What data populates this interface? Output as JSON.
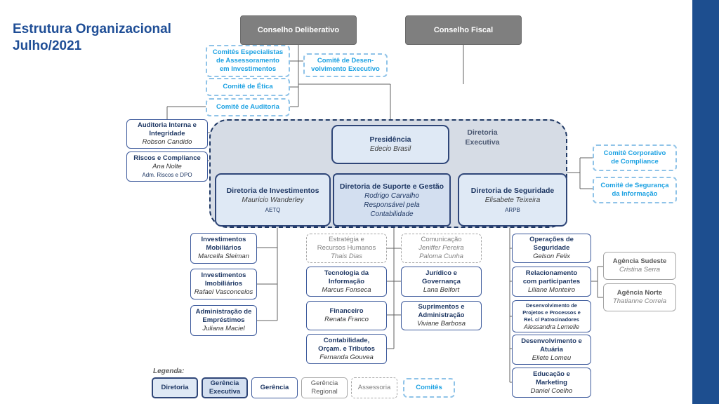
{
  "title": {
    "line1": "Estrutura Organizacional",
    "line2": "Julho/2021"
  },
  "councils": {
    "deliberativo": "Conselho Deliberativo",
    "fiscal": "Conselho Fiscal"
  },
  "committees": {
    "especialistas": [
      "Comitês Especialistas",
      "de Assessoramento",
      "em Investimentos"
    ],
    "desenvolvimento": [
      "Comitê de Desen-",
      "volvimento Executivo"
    ],
    "etica": "Comitê de Ética",
    "auditoria": "Comitê de Auditoria",
    "compliance": [
      "Comitê Corporativo",
      "de Compliance"
    ],
    "seguranca": [
      "Comitê de Segurança",
      "da Informação"
    ]
  },
  "left_units": {
    "auditoria_interna": {
      "name": [
        "Auditoria Interna e",
        "Integridade"
      ],
      "person": "Robson Candido"
    },
    "riscos": {
      "name": "Riscos e Compliance",
      "person": "Ana Nolte",
      "note": "Adm. Riscos e DPO"
    }
  },
  "executive": {
    "label": [
      "Diretoria",
      "Executiva"
    ],
    "presidencia": {
      "name": "Presidência",
      "person": "Edecio Brasil"
    },
    "investimentos": {
      "name": "Diretoria de Investimentos",
      "person": "Mauricio Wanderley",
      "note": "AETQ"
    },
    "suporte": {
      "name": "Diretoria de Suporte e Gestão",
      "person": "Rodrigo Carvalho",
      "note": [
        "Responsável pela",
        "Contabilidade"
      ]
    },
    "seguridade": {
      "name": "Diretoria de Seguridade",
      "person": "Elisabete Teixeira",
      "note": "ARPB"
    }
  },
  "investimentos_units": [
    {
      "name": [
        "Investimentos",
        "Mobiliários"
      ],
      "person": "Marcella Sleiman"
    },
    {
      "name": [
        "Investimentos",
        "Imobiliários"
      ],
      "person": "Rafael Vasconcelos"
    },
    {
      "name": [
        "Administração de",
        "Empréstimos"
      ],
      "person": "Juliana  Maciel"
    }
  ],
  "suporte_units": {
    "estrategia": {
      "name": [
        "Estratégia e",
        "Recursos Humanos"
      ],
      "person": "Thais Dias"
    },
    "comunicacao": {
      "name": "Comunicação",
      "person1": "Jeniffer Pereira",
      "person2": "Paloma Cunha"
    },
    "ti": {
      "name": [
        "Tecnologia da",
        "Informação"
      ],
      "person": "Marcus Fonseca"
    },
    "juridico": {
      "name": [
        "Jurídico e",
        "Governança"
      ],
      "person": "Lana Belfort"
    },
    "financeiro": {
      "name": "Financeiro",
      "person": "Renata Franco"
    },
    "suprimentos": {
      "name": [
        "Suprimentos e",
        "Administração"
      ],
      "person": "Viviane Barbosa"
    },
    "contabilidade": {
      "name": [
        "Contabilidade,",
        "Orçam. e Tributos"
      ],
      "person": "Fernanda Gouvea"
    }
  },
  "seguridade_units": {
    "operacoes": {
      "name": [
        "Operações de",
        "Seguridade"
      ],
      "person": "Gelson Felix"
    },
    "relacionamento": {
      "name": [
        "Relacionamento",
        "com participantes"
      ],
      "person": "Liliane Monteiro"
    },
    "desenvolvimento_projetos": {
      "name": [
        "Desenvolvimento de",
        "Projetos e Processos e",
        "Rel. c/ Patrocinadores"
      ],
      "person": "Alessandra  Lemelle"
    },
    "desenvolvimento_atuaria": {
      "name": [
        "Desenvolvimento e",
        "Atuária"
      ],
      "person": "Eliete Lomeu"
    },
    "educacao": {
      "name": [
        "Educação e",
        "Marketing"
      ],
      "person": "Daniel Coelho"
    }
  },
  "agencias": [
    {
      "name": "Agência Sudeste",
      "person": "Cristina Serra"
    },
    {
      "name": "Agência Norte",
      "person": "Thatianne Correia"
    }
  ],
  "legend": {
    "label": "Legenda:",
    "diretoria": "Diretoria",
    "gerencia_executiva": [
      "Gerência",
      "Executiva"
    ],
    "gerencia": "Gerência",
    "gerencia_regional": [
      "Gerência",
      "Regional"
    ],
    "assessoria": "Assessoria",
    "comites": "Comitês"
  },
  "colors": {
    "navy": "#1f3864",
    "committee": "#1ba1e2",
    "council_gray": "#7f7f7f",
    "sidebar": "#1d4e8f"
  }
}
